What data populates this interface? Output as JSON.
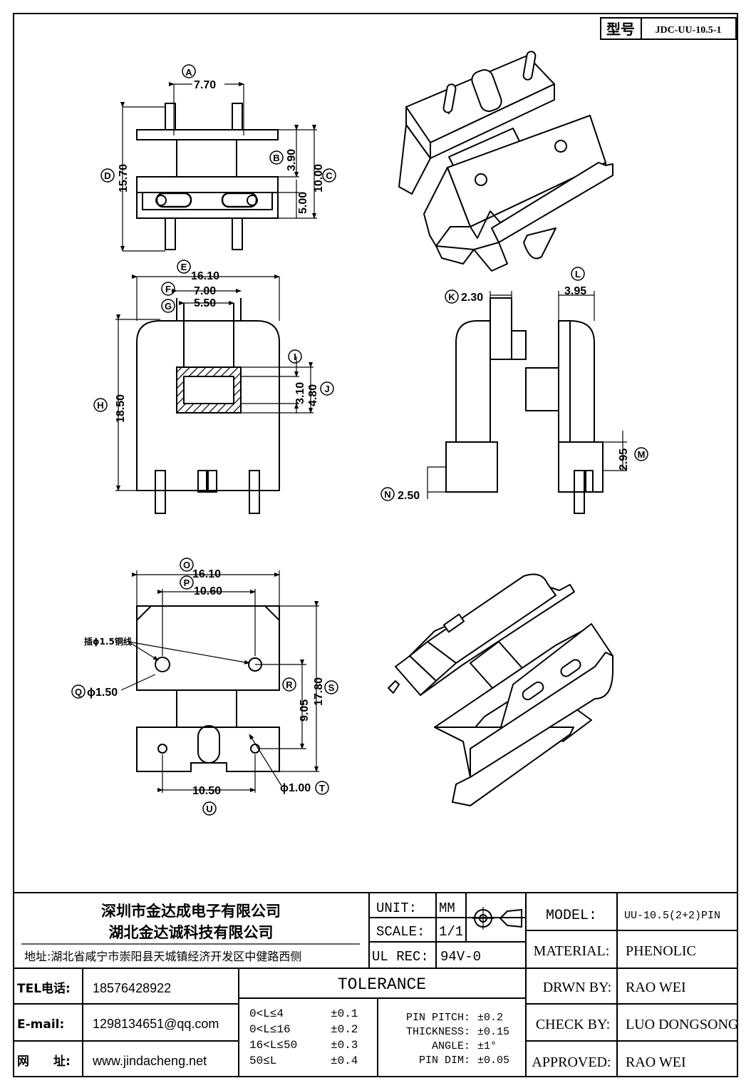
{
  "model_box": {
    "label": "型号",
    "value": "JDC-UU-10.5-1"
  },
  "dims": {
    "A": {
      "letter": "A",
      "value": "7.70"
    },
    "B": {
      "letter": "B",
      "value": "3.90"
    },
    "C": {
      "letter": "C",
      "value": "10.00"
    },
    "D": {
      "letter": "D",
      "value": "15.70"
    },
    "B2": {
      "value": "5.00"
    },
    "E": {
      "letter": "E",
      "value": "16.10"
    },
    "F": {
      "letter": "F",
      "value": "7.00"
    },
    "G": {
      "letter": "G",
      "value": "5.50"
    },
    "H": {
      "letter": "H",
      "value": "18.50"
    },
    "I": {
      "letter": "I",
      "value": "3.10"
    },
    "J": {
      "letter": "J",
      "value": "4.80"
    },
    "K": {
      "letter": "K",
      "value": "2.30"
    },
    "L": {
      "letter": "L",
      "value": "3.95"
    },
    "M": {
      "letter": "M",
      "value": "2.95"
    },
    "N": {
      "letter": "N",
      "value": "2.50"
    },
    "O": {
      "letter": "O",
      "value": "16.10"
    },
    "P": {
      "letter": "P",
      "value": "10.60"
    },
    "Q": {
      "letter": "Q",
      "value": "ϕ1.50"
    },
    "R": {
      "letter": "R",
      "value": "9.05"
    },
    "S": {
      "letter": "S",
      "value": "17.80"
    },
    "T": {
      "letter": "T",
      "value": "ϕ1.00"
    },
    "U": {
      "letter": "U",
      "value": "10.50"
    }
  },
  "note_wire": "插ϕ1.5铜线",
  "title_block": {
    "company1": "深圳市金达成电子有限公司",
    "company2": "湖北金达诚科技有限公司",
    "address": "地址:湖北省咸宁市崇阳县天城镇经济开发区中健路西侧",
    "tel_label": "TEL电话:",
    "tel": "18576428922",
    "email_label": "E-mail:",
    "email": "1298134651@qq.com",
    "web_label": "网　　址:",
    "web": "www.jindacheng.net",
    "unit_label": "UNIT:",
    "unit": "MM",
    "scale_label": "SCALE:",
    "scale": "1/1",
    "ulrec_label": "UL REC:",
    "ulrec": "94V-0",
    "tolerance_title": "TOLERANCE",
    "tolerances": [
      {
        "range": "0<L≤4",
        "value": "±0.1"
      },
      {
        "range": "0<L≤16",
        "value": "±0.2"
      },
      {
        "range": "16<L≤50",
        "value": "±0.3"
      },
      {
        "range": "50≤L",
        "value": "±0.4"
      }
    ],
    "pitch": [
      {
        "label": "PIN PITCH:",
        "value": "±0.2"
      },
      {
        "label": "THICKNESS:",
        "value": "±0.15"
      },
      {
        "label": "ANGLE:",
        "value": "±1°"
      },
      {
        "label": "PIN DIM:",
        "value": "±0.05"
      }
    ],
    "model_label": "MODEL:",
    "model": "UU-10.5(2+2)PIN",
    "material_label": "MATERIAL:",
    "material": "PHENOLIC",
    "drwn_label": "DRWN BY:",
    "drwn": "RAO WEI",
    "check_label": "CHECK BY:",
    "check": "LUO DONGSONG",
    "approved_label": "APPROVED:",
    "approved": "RAO WEI"
  }
}
